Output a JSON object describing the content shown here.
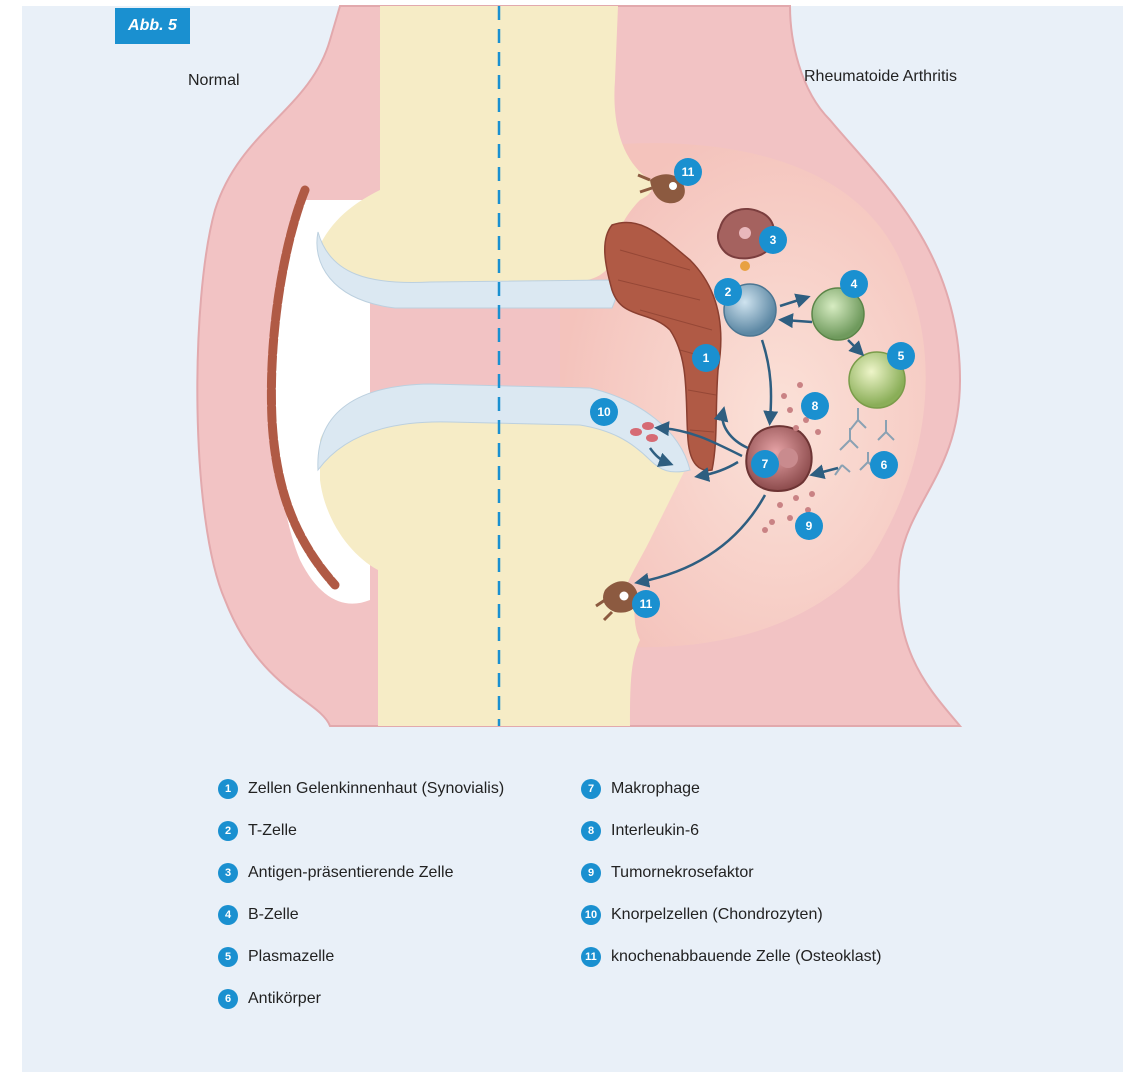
{
  "figure_tag": "Abb. 5",
  "labels": {
    "left": "Normal",
    "right": "Rheumatoide Arthritis"
  },
  "colors": {
    "badge": "#1a90d0",
    "background": "#e9f0f8",
    "bone": "#f6ecc6",
    "cartilage": "#dbe8f2",
    "capsule": "#f3c6c5",
    "synovium": "#b05a45",
    "arrow": "#2e5e80"
  },
  "badges": {
    "b1": "1",
    "b2": "2",
    "b3": "3",
    "b4": "4",
    "b5": "5",
    "b6": "6",
    "b7": "7",
    "b8": "8",
    "b9": "9",
    "b10": "10",
    "b11a": "11",
    "b11b": "11"
  },
  "legend": {
    "left": [
      {
        "num": "1",
        "text": "Zellen Gelenkinnenhaut (Synovialis)"
      },
      {
        "num": "2",
        "text": "T-Zelle"
      },
      {
        "num": "3",
        "text": "Antigen-präsentierende Zelle"
      },
      {
        "num": "4",
        "text": "B-Zelle"
      },
      {
        "num": "5",
        "text": "Plasmazelle"
      },
      {
        "num": "6",
        "text": "Antikörper"
      }
    ],
    "right": [
      {
        "num": "7",
        "text": "Makrophage"
      },
      {
        "num": "8",
        "text": "Interleukin-6"
      },
      {
        "num": "9",
        "text": "Tumornekrosefaktor"
      },
      {
        "num": "10",
        "text": "Knorpelzellen (Chondrozyten)"
      },
      {
        "num": "11",
        "text": "knochenabbauende Zelle (Osteoklast)"
      }
    ]
  }
}
